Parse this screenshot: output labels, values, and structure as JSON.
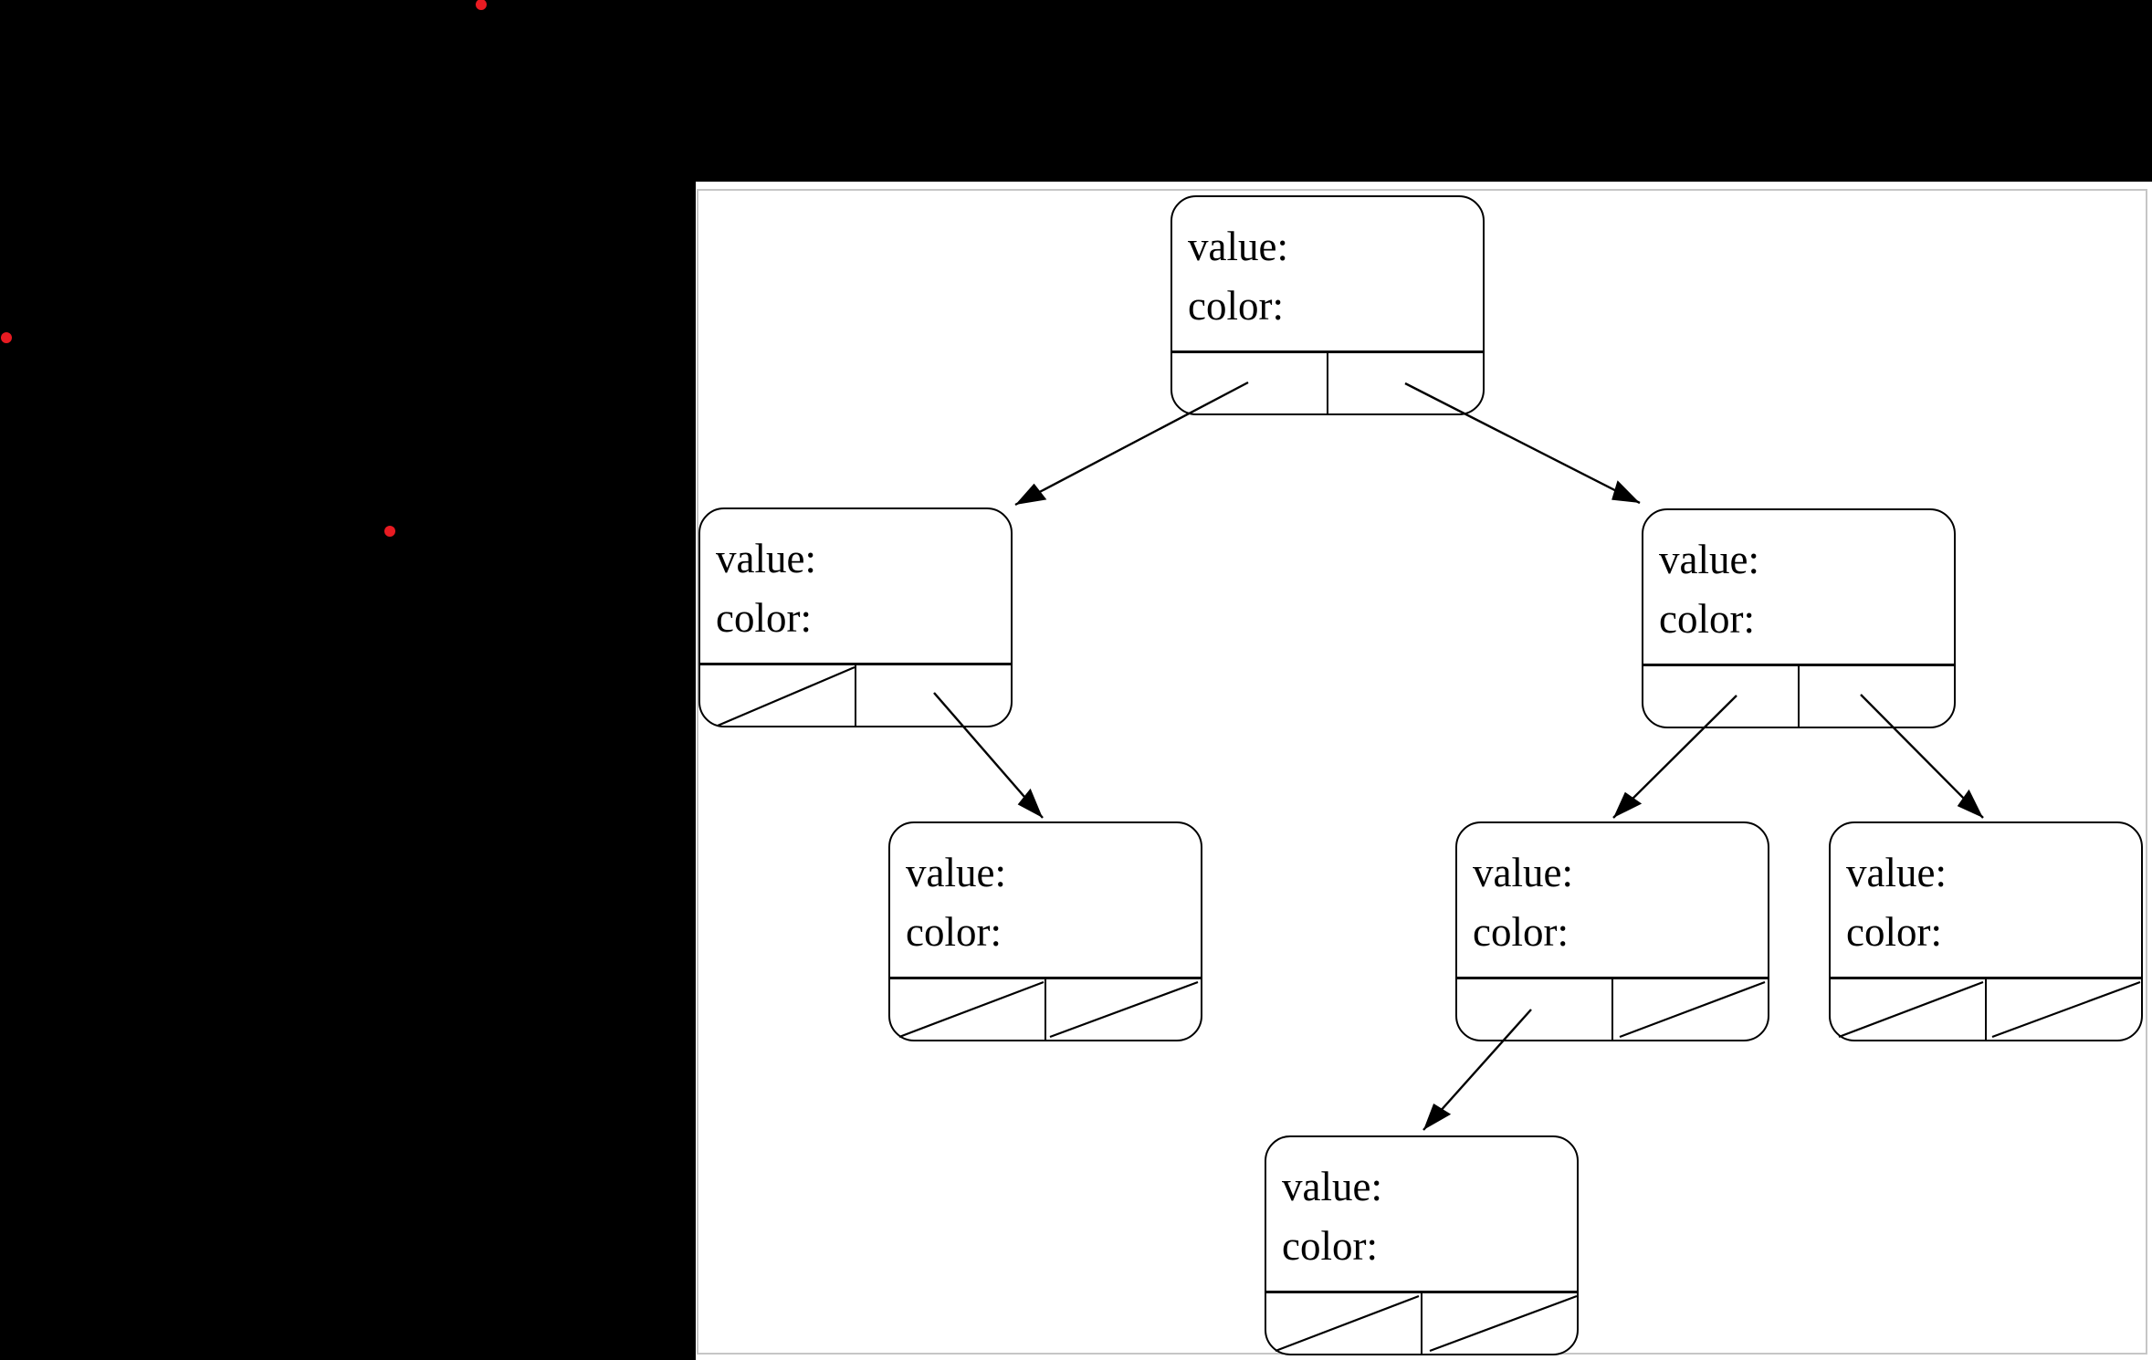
{
  "window": {
    "description": "binary tree node diagram",
    "background_color": "#000000",
    "panel_background": "#ffffff",
    "panel_border_color": "#c6c6c6",
    "stroke_color": "#000000",
    "red_dot_color": "#e81b22"
  },
  "tree": {
    "nodes": [
      {
        "id": "root",
        "value_label": "value:",
        "color_label": "color:",
        "left": "node-l",
        "right": "node-r"
      },
      {
        "id": "node-l",
        "value_label": "value:",
        "color_label": "color:",
        "left": null,
        "right": "node-lr"
      },
      {
        "id": "node-r",
        "value_label": "value:",
        "color_label": "color:",
        "left": "node-rl",
        "right": "node-rr"
      },
      {
        "id": "node-lr",
        "value_label": "value:",
        "color_label": "color:",
        "left": null,
        "right": null
      },
      {
        "id": "node-rl",
        "value_label": "value:",
        "color_label": "color:",
        "left": "node-rll",
        "right": null
      },
      {
        "id": "node-rr",
        "value_label": "value:",
        "color_label": "color:",
        "left": null,
        "right": null
      },
      {
        "id": "node-rll",
        "value_label": "value:",
        "color_label": "color:",
        "left": null,
        "right": null
      }
    ]
  }
}
